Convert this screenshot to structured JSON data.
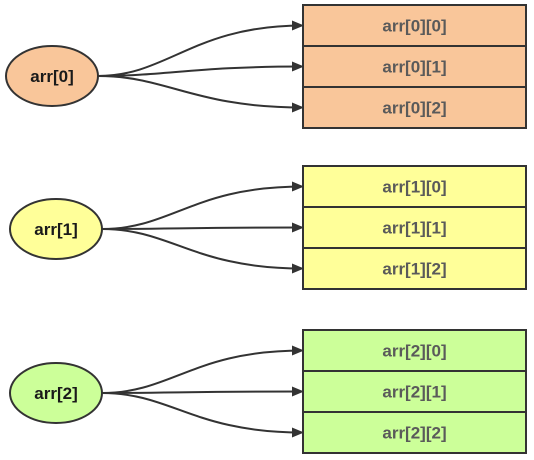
{
  "groups": [
    {
      "node_label": "arr[0]",
      "fill": "#F9C69A",
      "cells": [
        "arr[0][0]",
        "arr[0][1]",
        "arr[0][2]"
      ]
    },
    {
      "node_label": "arr[1]",
      "fill": "#FFFF99",
      "cells": [
        "arr[1][0]",
        "arr[1][1]",
        "arr[1][2]"
      ]
    },
    {
      "node_label": "arr[2]",
      "fill": "#CCFF99",
      "cells": [
        "arr[2][0]",
        "arr[2][1]",
        "arr[2][2]"
      ]
    }
  ],
  "colors": {
    "stroke": "#333333",
    "arrow": "#333333"
  }
}
